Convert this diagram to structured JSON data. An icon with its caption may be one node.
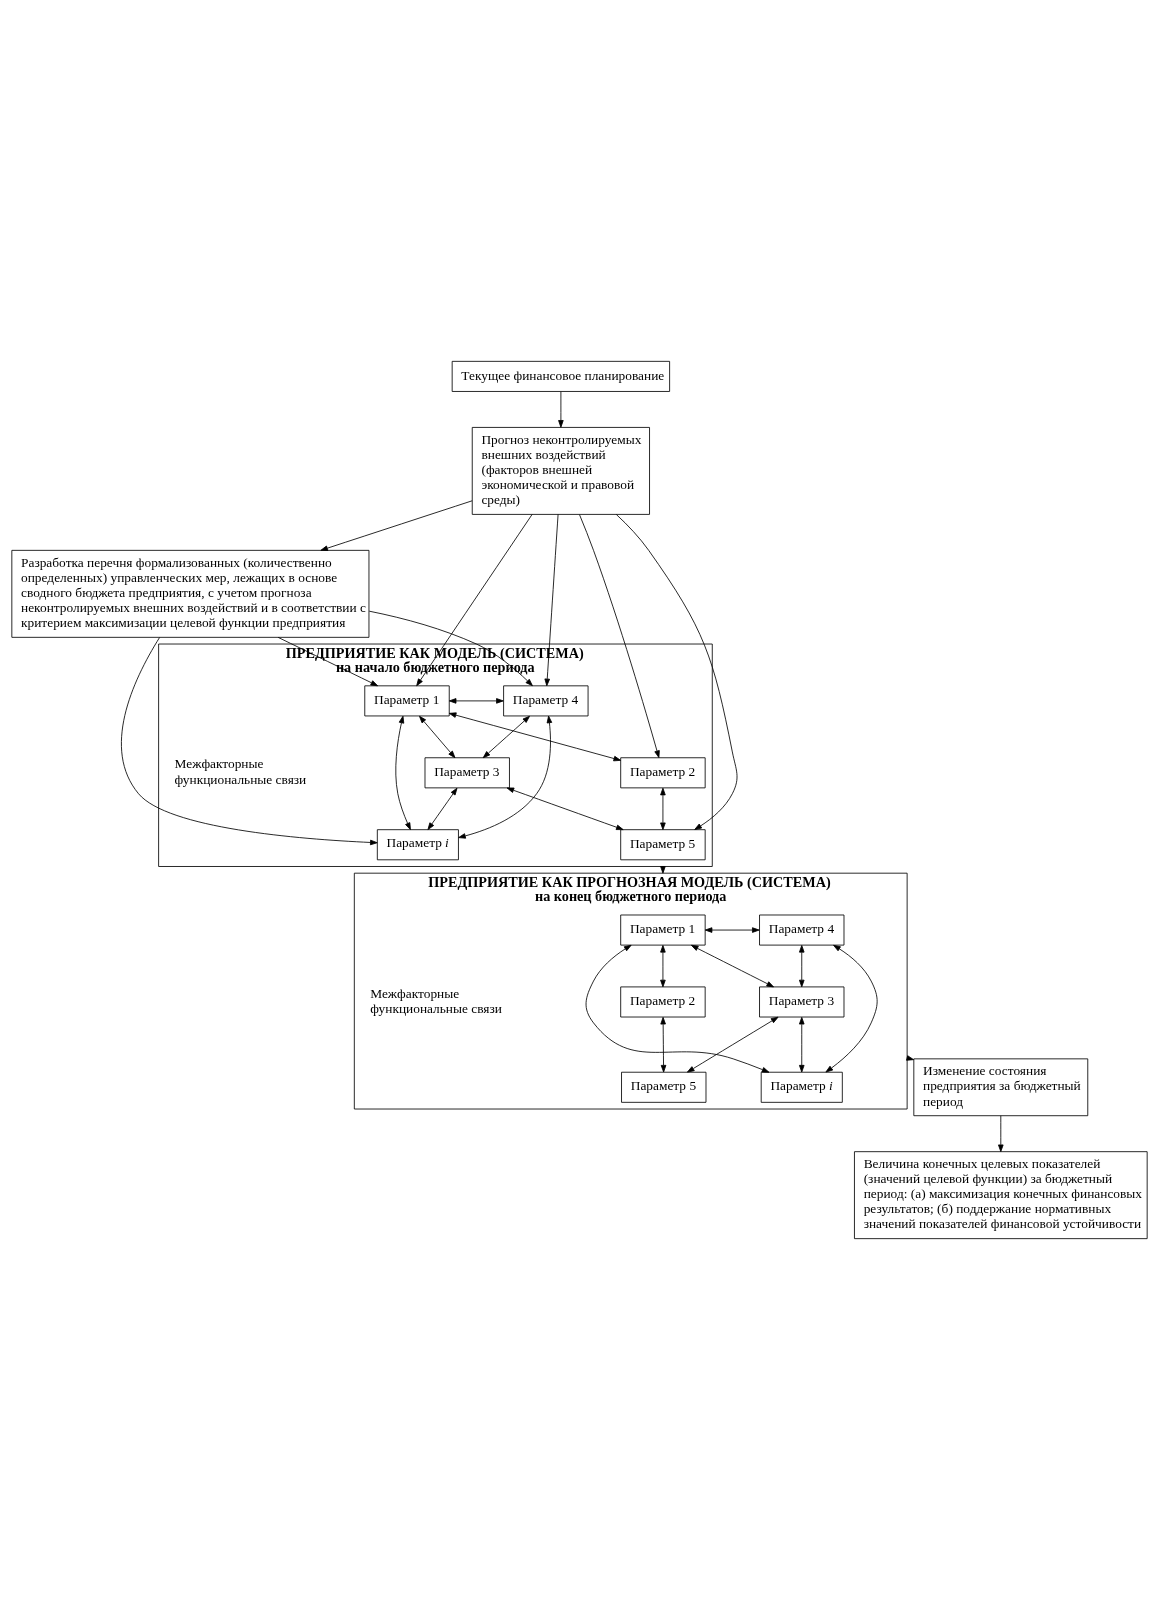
{
  "diagram": {
    "nodes": [
      {
        "text": [
          "Текущее финансовое планирование"
        ]
      },
      {
        "text": [
          "Прогноз неконтролируемых внешних воздействий (факторов внешней экономической и правовой среды)"
        ]
      },
      {
        "text": [
          "Разработка перечня формализованных (количественно определенных) управленческих мер, лежащих в основе сводного бюджета предприятия, с учетом прогноза неконтролируемых внешних воздействий и в соответствии с критерием максимизации целевой функции предприятия"
        ]
      },
      {
        "text": [
          "ПРЕДПРИЯТИЕ КАК МОДЕЛЬ (СИСТЕМА)",
          "на начало бюджетного периода"
        ]
      },
      {
        "text": [
          "Параметр 1"
        ],
        "in": 3
      },
      {
        "text": [
          "Параметр 4"
        ],
        "in": 3
      },
      {
        "text": [
          "Параметр 3"
        ],
        "in": 3
      },
      {
        "text": [
          "Параметр 2"
        ],
        "in": 3
      },
      {
        "text": [
          "Параметр 5"
        ],
        "in": 3
      },
      {
        "text": [
          "Параметр *i*"
        ],
        "in": 3
      },
      {
        "text": [
          "ПРЕДПРИЯТИЕ КАК ПРОГНОЗНАЯ МОДЕЛЬ (СИСТЕМА)",
          "на конец бюджетного периода"
        ]
      },
      {
        "text": [
          "Параметр 1"
        ],
        "in": 10
      },
      {
        "text": [
          "Параметр 4"
        ],
        "in": 10
      },
      {
        "text": [
          "Параметр 3"
        ],
        "in": 10
      },
      {
        "text": [
          "Параметр 2"
        ],
        "in": 10
      },
      {
        "text": [
          "Параметр 5"
        ],
        "in": 10
      },
      {
        "text": [
          "Параметр *i*"
        ],
        "in": 10
      },
      {
        "text": [
          "Изменение состояния предприятия за бюджетный период"
        ]
      },
      {
        "text": [
          "Величина конечных целевых показателей (значений целевой функции) за бюджетный период: (а) максимизация конечных финансовых результатов; (б) поддержание нормативных значений показателей финансовой устойчивости"
        ]
      }
    ],
    "edges": [
      {
        "from": 0,
        "to": 1,
        "arrow": "to"
      },
      {
        "from": 1,
        "to": 2,
        "arrow": "to"
      },
      {
        "from": 1,
        "to": 4,
        "arrow": "to"
      },
      {
        "from": 1,
        "to": 7,
        "arrow": "to"
      },
      {
        "from": 1,
        "to": 8,
        "arrow": "to"
      },
      {
        "from": 1,
        "to": 5,
        "arrow": "to"
      },
      {
        "from": 2,
        "to": 4,
        "arrow": "to"
      },
      {
        "from": 2,
        "to": 5,
        "arrow": "to"
      },
      {
        "from": 2,
        "to": 9,
        "arrow": "to"
      },
      {
        "from": 4,
        "to": 5,
        "arrow": "both"
      },
      {
        "from": 4,
        "to": 6,
        "arrow": "both"
      },
      {
        "from": 4,
        "to": 7,
        "arrow": "both"
      },
      {
        "from": 4,
        "to": 9,
        "arrow": "both"
      },
      {
        "from": 6,
        "to": 5,
        "arrow": "both"
      },
      {
        "from": 5,
        "to": 9,
        "arrow": "both"
      },
      {
        "from": 6,
        "to": 8,
        "arrow": "both"
      },
      {
        "from": 6,
        "to": 9,
        "arrow": "both"
      },
      {
        "from": 7,
        "to": 8,
        "arrow": "both"
      },
      {
        "from": 3,
        "to": 10,
        "arrow": "to"
      },
      {
        "from": 11,
        "to": 12,
        "arrow": "both"
      },
      {
        "from": 11,
        "to": 13,
        "arrow": "both"
      },
      {
        "from": 11,
        "to": 14,
        "arrow": "both"
      },
      {
        "from": 11,
        "to": 16,
        "arrow": "both"
      },
      {
        "from": 13,
        "to": 12,
        "arrow": "both"
      },
      {
        "from": 12,
        "to": 16,
        "arrow": "both"
      },
      {
        "from": 13,
        "to": 15,
        "arrow": "both"
      },
      {
        "from": 13,
        "to": 16,
        "arrow": "both"
      },
      {
        "from": 14,
        "to": 15,
        "arrow": "both"
      },
      {
        "from": 10,
        "to": 17,
        "arrow": "to"
      },
      {
        "from": 17,
        "to": 18,
        "arrow": "to"
      }
    ],
    "labels": [
      "Межфакторные функциональные связи",
      "Межфакторные функциональные связи"
    ]
  }
}
